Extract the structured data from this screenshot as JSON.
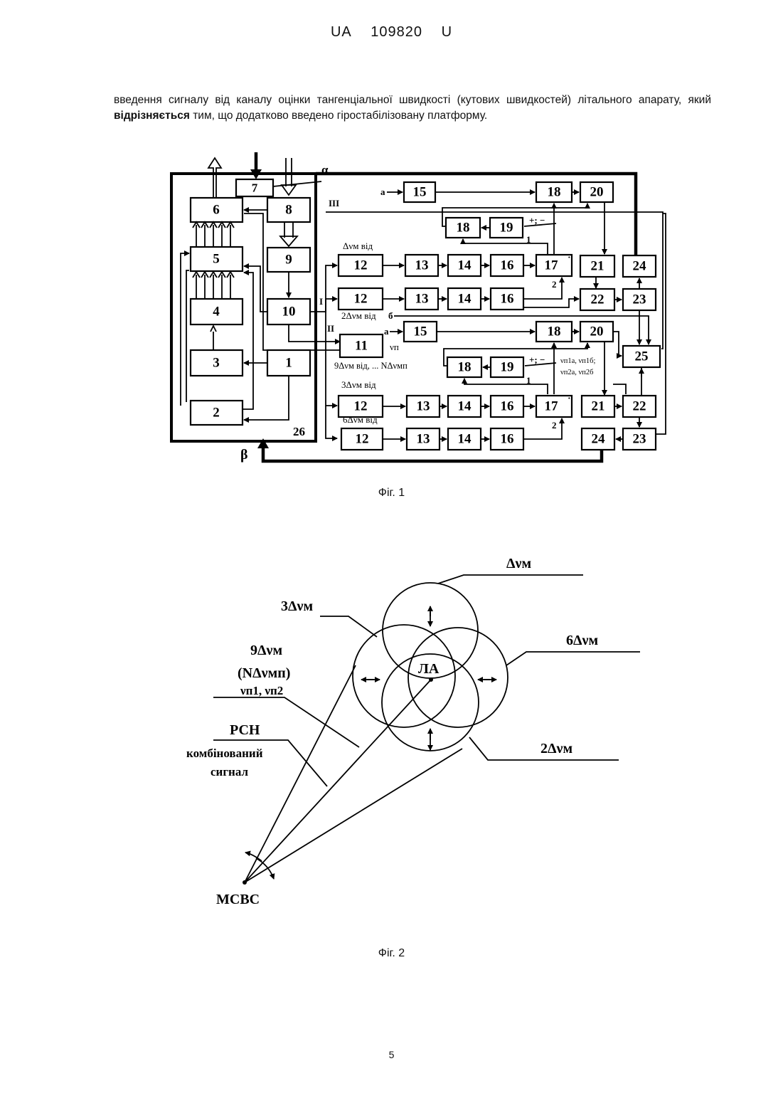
{
  "header": {
    "country": "UA",
    "number": "109820",
    "kind": "U"
  },
  "paragraph": {
    "part1": "введення сигналу від каналу оцінки тангенціальної швидкості (кутових швидкостей) літального апарату, який ",
    "bold": "відрізняється",
    "part2": " тим, що додатково введено гіростабілізовану платформу."
  },
  "fig1": {
    "caption": "Фіг. 1",
    "labels": {
      "alpha": "α",
      "beta": "β",
      "roman3": "III",
      "roman1": "I",
      "roman2": "II",
      "a_top": "a",
      "a_mid": "a",
      "b_mid": "б",
      "pm_top": "+; −",
      "pm_mid": "+; −",
      "one_a": "1",
      "two_a": "2",
      "one_b": "1",
      "two_b": "2",
      "dv": "Δνм від",
      "dv2": "2Δνм від",
      "dv9": "9Δνм від, ... NΔνмп",
      "dv3": "3Δνм від",
      "dv6": "6Δνм від",
      "vn": "νп",
      "vn1": "νп1а, νп1б;",
      "vn2": "νп2а, νп2б",
      "frame": "26"
    }
  },
  "fig2": {
    "caption": "Фіг. 2",
    "labels": {
      "dv": "Δνм",
      "dv3": "3Δνм",
      "dv6": "6Δνм",
      "dv2": "2Δνм",
      "dv9": "9Δνм",
      "ndv": "(NΔνмп)",
      "vn": "νп1, νп2",
      "la": "ЛА",
      "rsn": "РСН",
      "comb1": "комбінований",
      "comb2": "сигнал",
      "msvs": "МСВС"
    }
  },
  "page_number": "5"
}
